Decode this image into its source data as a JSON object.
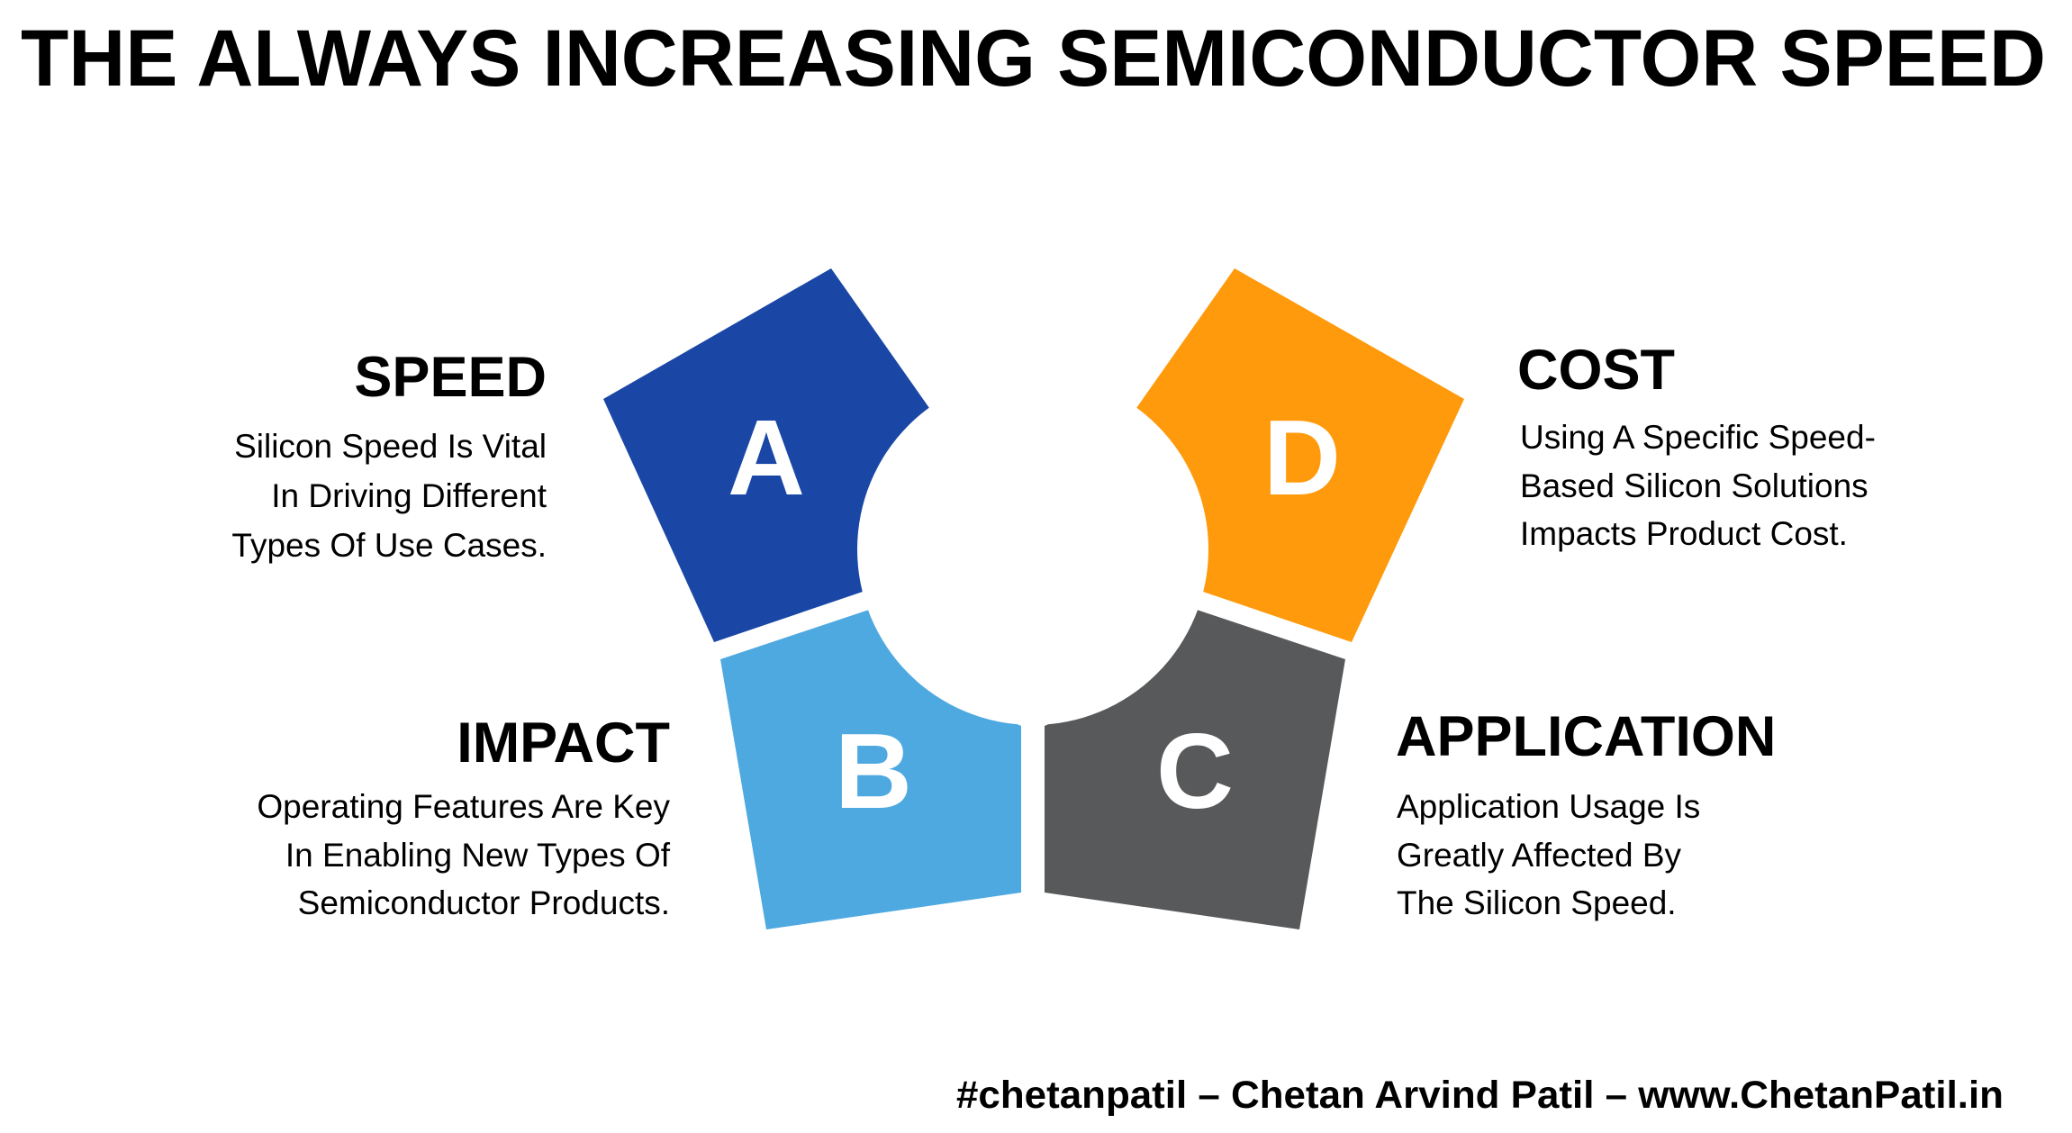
{
  "title": "THE ALWAYS INCREASING SEMICONDUCTOR SPEED",
  "segments": [
    {
      "letter": "A",
      "heading": "SPEED",
      "color": "#1A47A6",
      "lines": [
        "Silicon Speed Is Vital",
        "In Driving Different",
        "Types Of Use Cases."
      ]
    },
    {
      "letter": "B",
      "heading": "IMPACT",
      "color": "#4EA9E0",
      "lines": [
        "Operating Features Are Key",
        "In Enabling New Types Of",
        "Semiconductor Products."
      ]
    },
    {
      "letter": "C",
      "heading": "APPLICATION",
      "color": "#58595B",
      "lines": [
        "Application Usage Is",
        "Greatly Affected By",
        "The Silicon Speed."
      ]
    },
    {
      "letter": "D",
      "heading": "COST",
      "color": "#FF9A0C",
      "lines": [
        "Using A Specific Speed-",
        "Based Silicon Solutions",
        "Impacts Product Cost."
      ]
    }
  ],
  "footer": "#chetanpatil – Chetan Arvind Patil – www.ChetanPatil.in"
}
